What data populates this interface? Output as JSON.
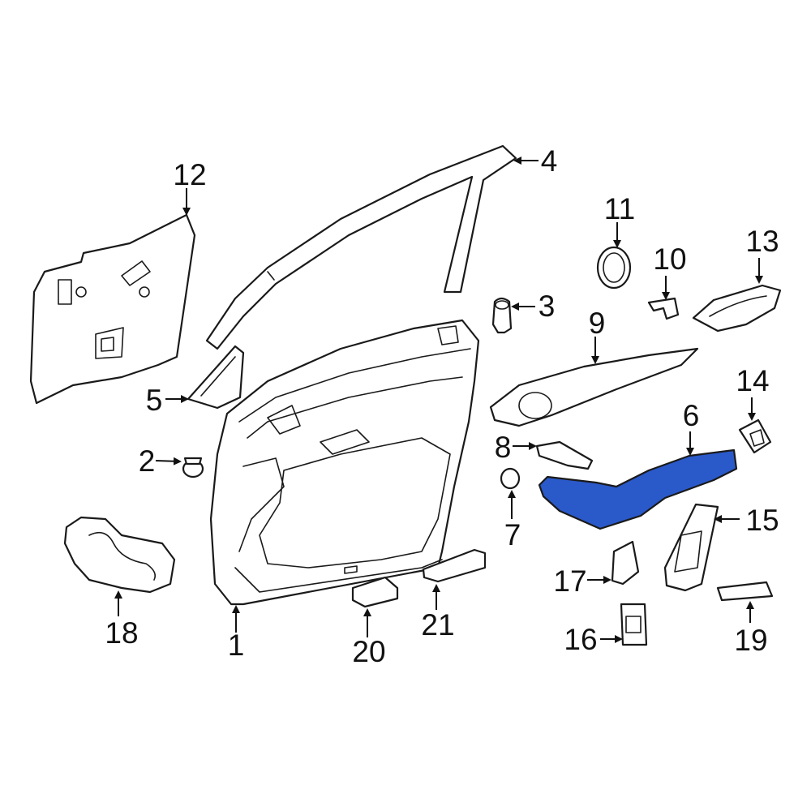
{
  "colors": {
    "background": "#ffffff",
    "line": "#1a1a1a",
    "highlight": "#2a59c9"
  },
  "highlighted_part": "6",
  "callouts": {
    "c1": "1",
    "c2": "2",
    "c3": "3",
    "c4": "4",
    "c5": "5",
    "c6": "6",
    "c7": "7",
    "c8": "8",
    "c9": "9",
    "c10": "10",
    "c11": "11",
    "c12": "12",
    "c13": "13",
    "c14": "14",
    "c15": "15",
    "c16": "16",
    "c17": "17",
    "c18": "18",
    "c19": "19",
    "c20": "20",
    "c21": "21"
  }
}
